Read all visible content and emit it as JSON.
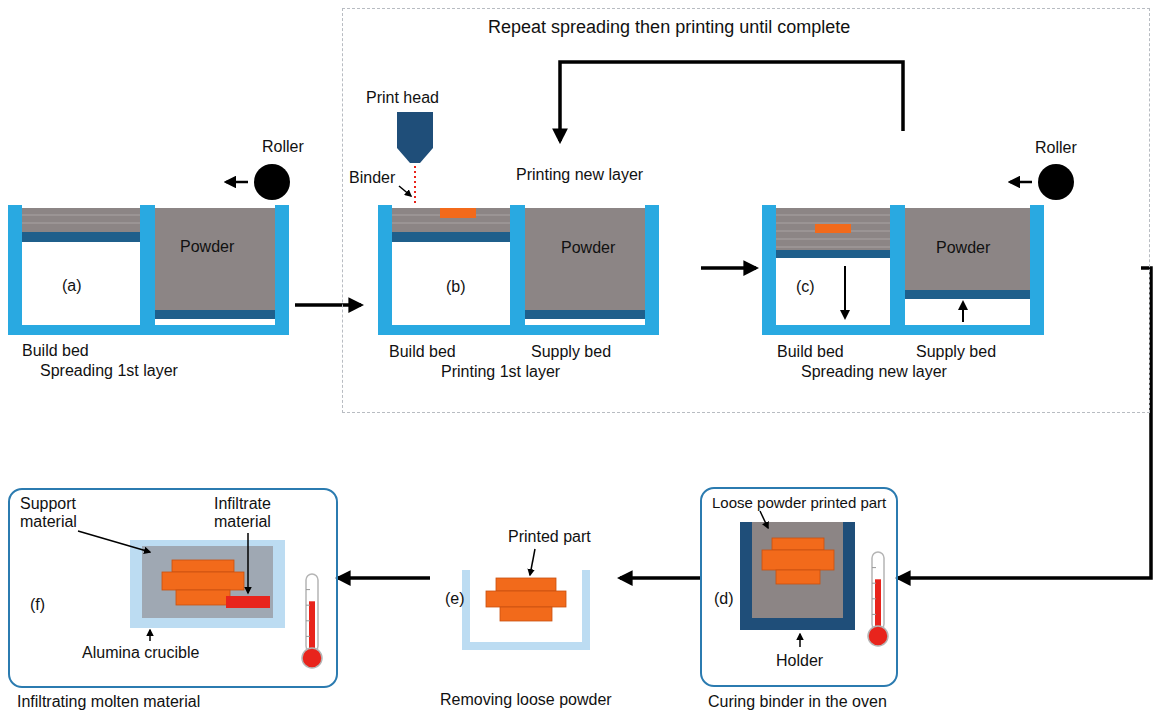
{
  "diagram": {
    "nodes": [
      {
        "text": [
          "Roller",
          "Powder",
          "(a)",
          "Build bed",
          "Spreading 1st layer"
        ]
      },
      {
        "text": [
          "Repeat spreading then printing until complete"
        ]
      },
      {
        "text": [
          "Print head",
          "Binder",
          "Printing new layer",
          "(b)",
          "Powder",
          "Build bed",
          "Supply bed",
          "Printing 1st layer"
        ],
        "in": 1
      },
      {
        "text": [
          "Roller",
          "Powder",
          "(c)",
          "Build bed",
          "Supply bed",
          "Spreading new layer"
        ],
        "in": 1
      },
      {
        "text": [
          "Loose powder printed part",
          "(d)",
          "Holder",
          "Curing binder in the oven"
        ]
      },
      {
        "text": [
          "Printed part",
          "(e)",
          "Removing loose powder"
        ]
      },
      {
        "text": [
          "Support material",
          "Infiltrate material",
          "(f)",
          "Alumina crucible",
          "Infiltrating molten material"
        ]
      }
    ],
    "edges": [
      {
        "from": 0,
        "to": 2,
        "arrow": "to"
      },
      {
        "from": 2,
        "to": 3,
        "arrow": "to"
      },
      {
        "from": 3,
        "to": 2,
        "arrow": "to"
      },
      {
        "from": 3,
        "to": 4,
        "arrow": "to"
      },
      {
        "from": 4,
        "to": 5,
        "arrow": "to"
      },
      {
        "from": 5,
        "to": 6,
        "arrow": "to"
      }
    ]
  }
}
